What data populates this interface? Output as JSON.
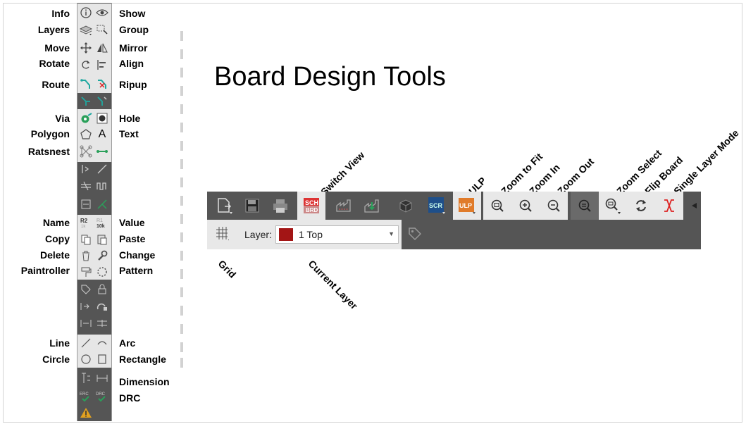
{
  "page": {
    "title": "Board Design Tools"
  },
  "left_labels": [
    {
      "id": "info",
      "text": "Info"
    },
    {
      "id": "layers",
      "text": "Layers"
    },
    {
      "id": "move",
      "text": "Move"
    },
    {
      "id": "rotate",
      "text": "Rotate"
    },
    {
      "id": "route",
      "text": "Route"
    },
    {
      "id": "via",
      "text": "Via"
    },
    {
      "id": "polygon",
      "text": "Polygon"
    },
    {
      "id": "ratsnest",
      "text": "Ratsnest"
    },
    {
      "id": "name",
      "text": "Name"
    },
    {
      "id": "copy",
      "text": "Copy"
    },
    {
      "id": "delete",
      "text": "Delete"
    },
    {
      "id": "paintroller",
      "text": "Paintroller"
    },
    {
      "id": "line",
      "text": "Line"
    },
    {
      "id": "circle",
      "text": "Circle"
    }
  ],
  "right_labels": [
    {
      "id": "show",
      "text": "Show"
    },
    {
      "id": "group",
      "text": "Group"
    },
    {
      "id": "mirror",
      "text": "Mirror"
    },
    {
      "id": "align",
      "text": "Align"
    },
    {
      "id": "ripup",
      "text": "Ripup"
    },
    {
      "id": "hole",
      "text": "Hole"
    },
    {
      "id": "text",
      "text": "Text"
    },
    {
      "id": "value",
      "text": "Value"
    },
    {
      "id": "paste",
      "text": "Paste"
    },
    {
      "id": "change",
      "text": "Change"
    },
    {
      "id": "pattern",
      "text": "Pattern"
    },
    {
      "id": "arc",
      "text": "Arc"
    },
    {
      "id": "rectangle",
      "text": "Rectangle"
    },
    {
      "id": "dimension",
      "text": "Dimension"
    },
    {
      "id": "drc",
      "text": "DRC"
    }
  ],
  "toolbar_labels": {
    "switch_view": "Switch View",
    "ulp": "ULP",
    "zoom_to_fit": "Zoom to Fit",
    "zoom_in": "Zoom In",
    "zoom_out": "Zoom Out",
    "zoom_select": "Zoom Select",
    "flip_board": "Flip Board",
    "single_layer_mode": "Single Layer Mode",
    "grid": "Grid",
    "current_layer": "Current Layer"
  },
  "toolbar": {
    "sch_brd_top": "SCH",
    "sch_brd_bottom": "BRD",
    "scr": "SCR",
    "ulp_btn": "ULP",
    "layer_label": "Layer:",
    "layer_value": "1 Top",
    "layer_color": "#a31515"
  },
  "icon_text": {
    "r2": "R2",
    "r2b": "1k",
    "r1": "R1",
    "r1b": "10k",
    "erc": "ERC",
    "drc": "DRC",
    "text_a": "A"
  }
}
